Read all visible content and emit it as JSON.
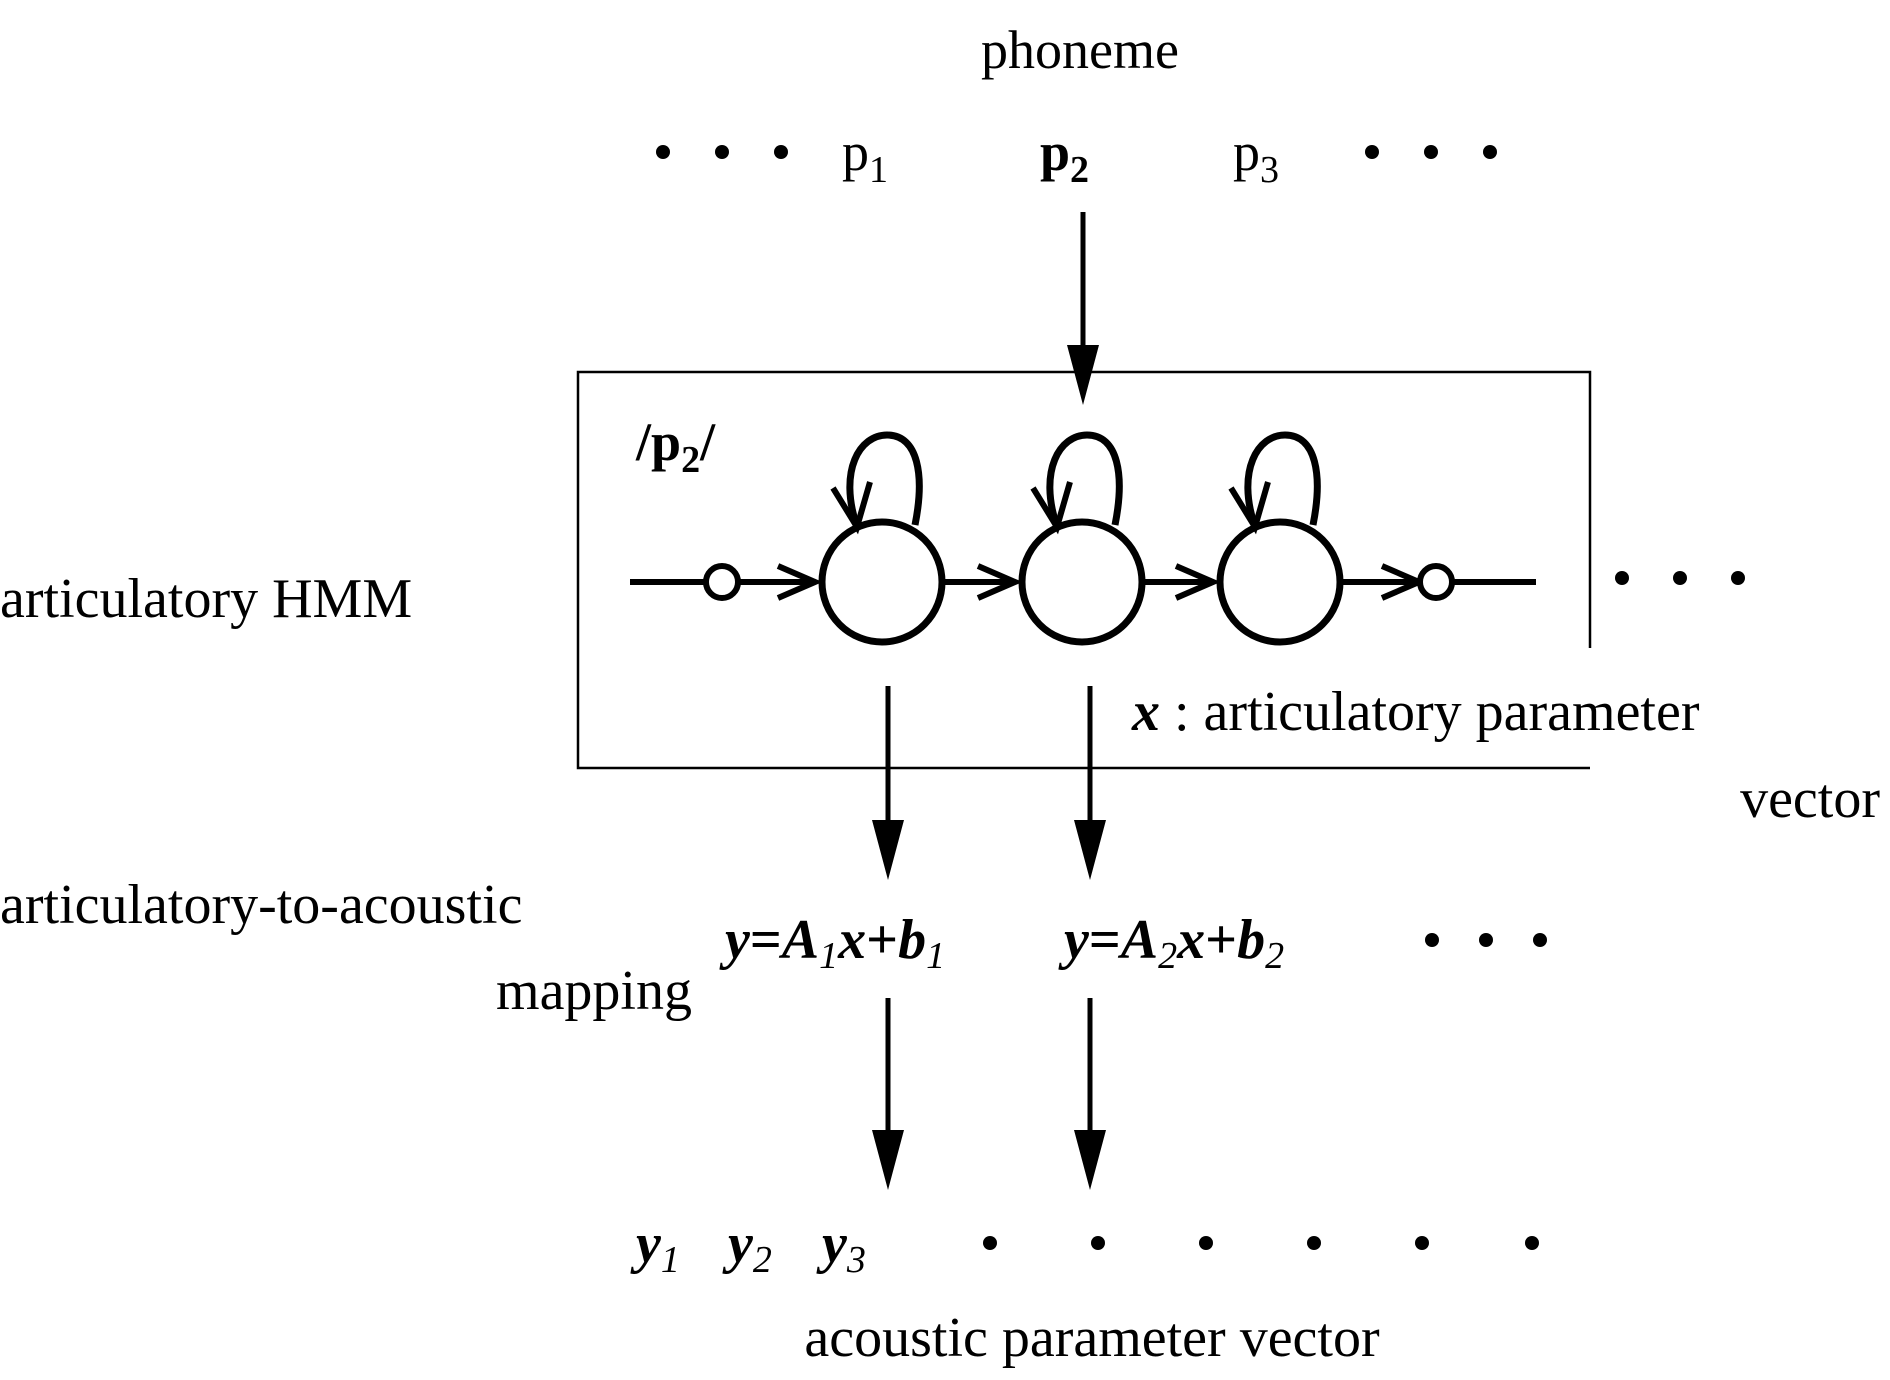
{
  "labels": {
    "phoneme": "phoneme",
    "ellipsis": "• • •",
    "p1_base": "p",
    "p1_sub": "1",
    "p2_base": "p",
    "p2_sub": "2",
    "p3_base": "p",
    "p3_sub": "3",
    "box_slash_left": "/",
    "box_p_base": "p",
    "box_p_sub": "2",
    "box_slash_right": "/",
    "articulatory_hmm": "articulatory HMM",
    "x_symbol": "x",
    "x_desc": " : articulatory parameter",
    "x_desc_line2": "vector",
    "mapping_line1": "articulatory-to-acoustic",
    "mapping_line2": "mapping",
    "eq1_y": "y",
    "eq1_eq": "=",
    "eq1_A": "A",
    "eq1_A_sub": "1",
    "eq1_x": "x",
    "eq1_plus": "+",
    "eq1_b": "b",
    "eq1_b_sub": "1",
    "eq2_y": "y",
    "eq2_eq": "=",
    "eq2_A": "A",
    "eq2_A_sub": "2",
    "eq2_x": "x",
    "eq2_plus": "+",
    "eq2_b": "b",
    "eq2_b_sub": "2",
    "y1": "y",
    "y1_sub": "1",
    "y2": "y",
    "y2_sub": "2",
    "y3": "y",
    "y3_sub": "3",
    "acoustic_vector": "acoustic parameter vector"
  }
}
